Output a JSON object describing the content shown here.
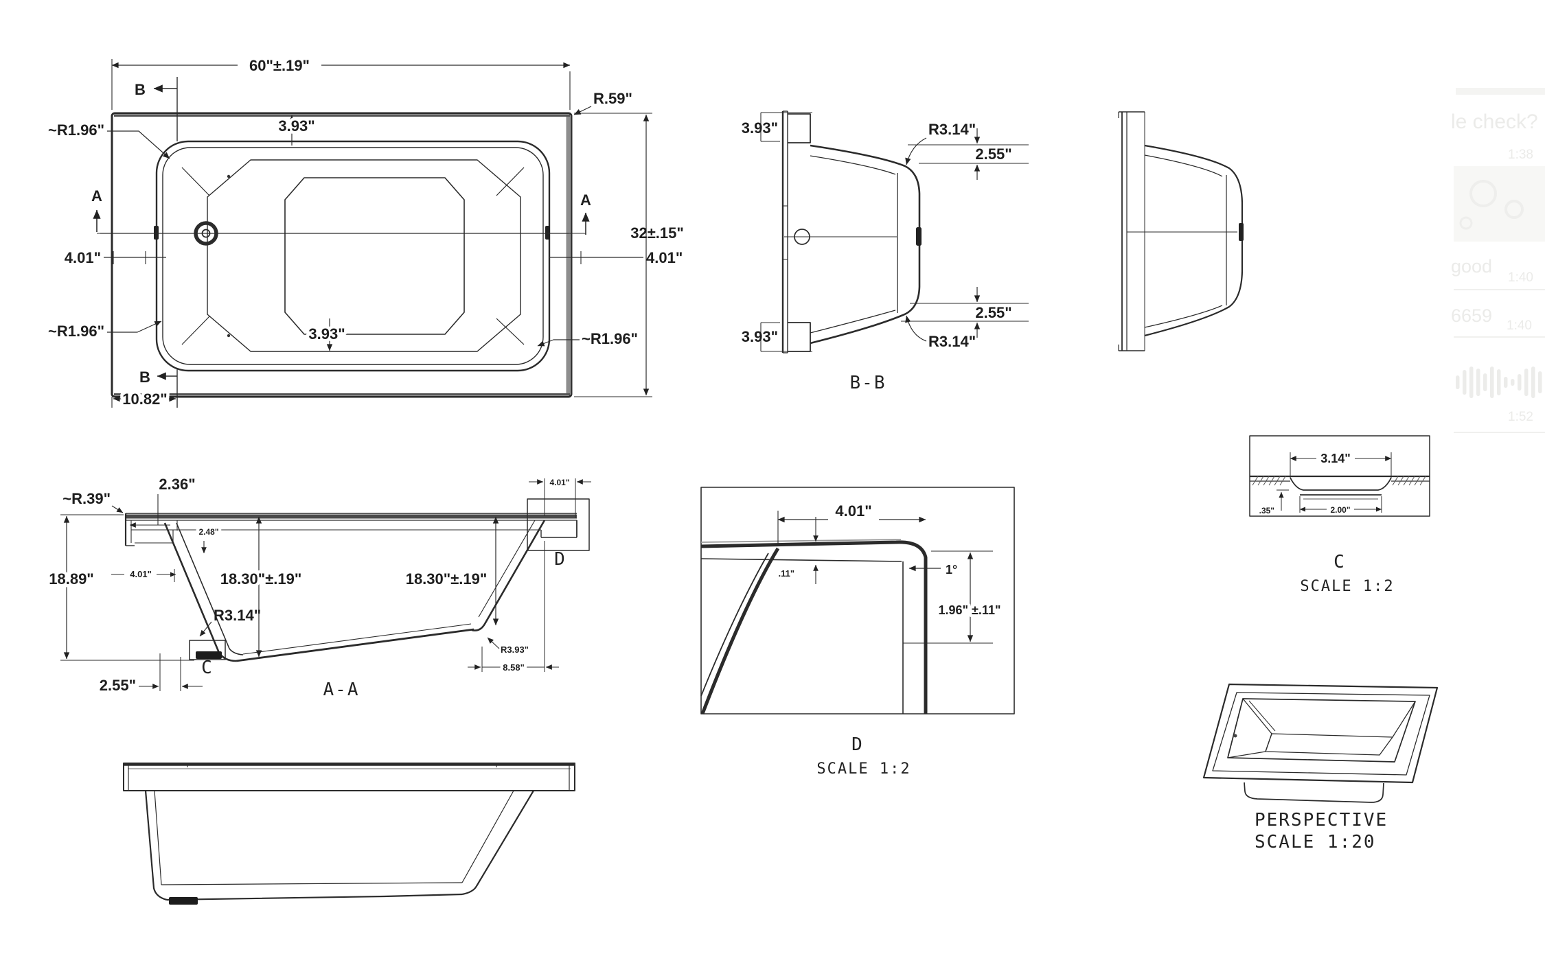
{
  "drawing_type": "bathtub-engineering-drawing",
  "colors": {
    "line": "#2b2b2b",
    "watermark": "#ebebe9"
  },
  "plan": {
    "dim_width": "60\"±.19\"",
    "dim_height": "32±.15\"",
    "dim_r59": "R.59\"",
    "dim_r196_tl": "~R1.96\"",
    "dim_r196_bl": "~R1.96\"",
    "dim_r196_br": "~R1.96\"",
    "dim_393_top": "3.93\"",
    "dim_393_bottom": "3.93\"",
    "dim_401_left": "4.01\"",
    "dim_401_right": "4.01\"",
    "dim_1082": "10.82\"",
    "marker_a_left": "A",
    "marker_a_right": "A",
    "marker_b_top": "B",
    "marker_b_bottom": "B"
  },
  "bb": {
    "dim_393_top": "3.93\"",
    "dim_393_bot": "3.93\"",
    "dim_r314_top": "R3.14\"",
    "dim_r314_bot": "R3.14\"",
    "dim_255_top": "2.55\"",
    "dim_255_bot": "2.55\"",
    "label": "B-B"
  },
  "aa": {
    "dim_r39": "~R.39\"",
    "dim_236": "2.36\"",
    "dim_248": "2.48\"",
    "dim_1889": "18.89\"",
    "dim_401_wall": "4.01\"",
    "dim_1830_left": "18.30\"±.19\"",
    "dim_1830_right": "18.30\"±.19\"",
    "dim_r314": "R3.14\"",
    "dim_255": "2.55\"",
    "dim_401_flange": "4.01\"",
    "dim_r393": "R3.93\"",
    "dim_858": "8.58\"",
    "marker_c": "C",
    "marker_d": "D",
    "label": "A-A"
  },
  "dd": {
    "dim_401": "4.01\"",
    "dim_011": ".11\"",
    "dim_draft": "1°",
    "dim_196": "1.96\" ±.11\"",
    "label": "D",
    "scale": "SCALE 1:2"
  },
  "cc": {
    "dim_314": "3.14\"",
    "dim_035": ".35\"",
    "dim_200": "2.00\"",
    "label": "C",
    "scale": "SCALE 1:2"
  },
  "pers": {
    "label": "PERSPECTIVE",
    "scale": "SCALE 1:20"
  },
  "wm": {
    "msg1": "le check?",
    "t1": "1:38",
    "msg2": "good",
    "t2": "1:40",
    "msg3": "6659",
    "t3": "1:40",
    "t4": "1:52"
  }
}
